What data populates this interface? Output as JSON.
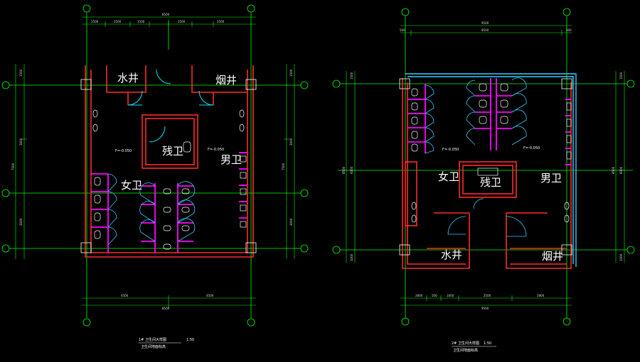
{
  "colors": {
    "background": "#000000",
    "grid": "#00ff00",
    "wall": "#ff2a2a",
    "partition": "#ff00ff",
    "door": "#00e5ff",
    "fixture": "#ffffff",
    "glass": "#33ccff"
  },
  "plan1": {
    "rooms": {
      "water_shaft": "水井",
      "smoke_shaft": "烟井",
      "accessible": "残卫",
      "men": "男卫",
      "women": "女卫"
    },
    "top_dims": [
      "1500",
      "1500",
      "1500",
      "1500",
      "2500"
    ],
    "top_total": "8500",
    "bottom_dims": [
      "4500",
      "4500"
    ],
    "bottom_total": "8500",
    "left_dims": [
      "1500",
      "3000",
      "3000"
    ],
    "left_total": "7500",
    "right_dims": [
      "1500",
      "3000",
      "3000"
    ],
    "right_total": "7500",
    "level_left": "F=-0.050",
    "level_right": "F=-0.050",
    "caption": "1# 卫生间大样图",
    "scale": "1:50",
    "caption_sub": "卫生间地面标高"
  },
  "plan2": {
    "rooms": {
      "water_shaft": "水井",
      "smoke_shaft": "烟井",
      "accessible": "残卫",
      "men": "男卫",
      "women": "女卫"
    },
    "top_dims": [
      "500",
      "8500",
      "500"
    ],
    "top_total": "9500",
    "bottom_dims": [
      "2800",
      "500",
      "1000",
      "2500",
      "2800"
    ],
    "bottom_total": "9500",
    "left_dims": [
      "1500",
      "6000",
      "1000"
    ],
    "left_total": "8500",
    "right_dims": [
      "1500",
      "6000",
      "1000"
    ],
    "right_total": "8500",
    "level_left": "F=-0.050",
    "level_right": "F=-0.050",
    "caption": "2# 卫生间大样图",
    "scale": "1:50",
    "caption_sub": "卫生间地面标高"
  }
}
